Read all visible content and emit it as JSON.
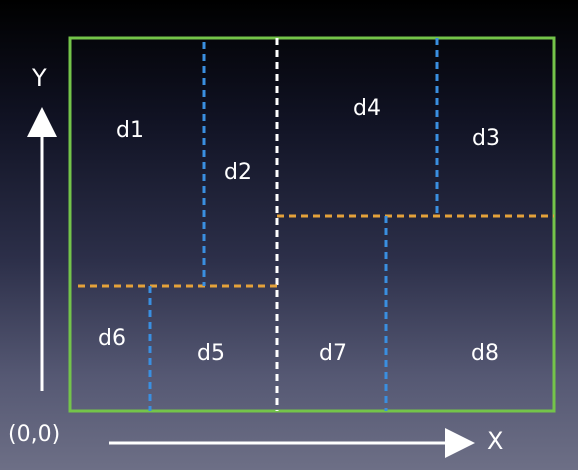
{
  "axes": {
    "y_label": "Y",
    "x_label": "X",
    "origin_label": "(0,0)"
  },
  "regions": [
    {
      "label": "d1"
    },
    {
      "label": "d2"
    },
    {
      "label": "d4"
    },
    {
      "label": "d3"
    },
    {
      "label": "d6"
    },
    {
      "label": "d5"
    },
    {
      "label": "d7"
    },
    {
      "label": "d8"
    }
  ],
  "colors": {
    "border": "#74c44a",
    "white_split": "#ffffff",
    "orange_split": "#e4a23a",
    "blue_split": "#3a8fe0",
    "axis": "#ffffff"
  }
}
